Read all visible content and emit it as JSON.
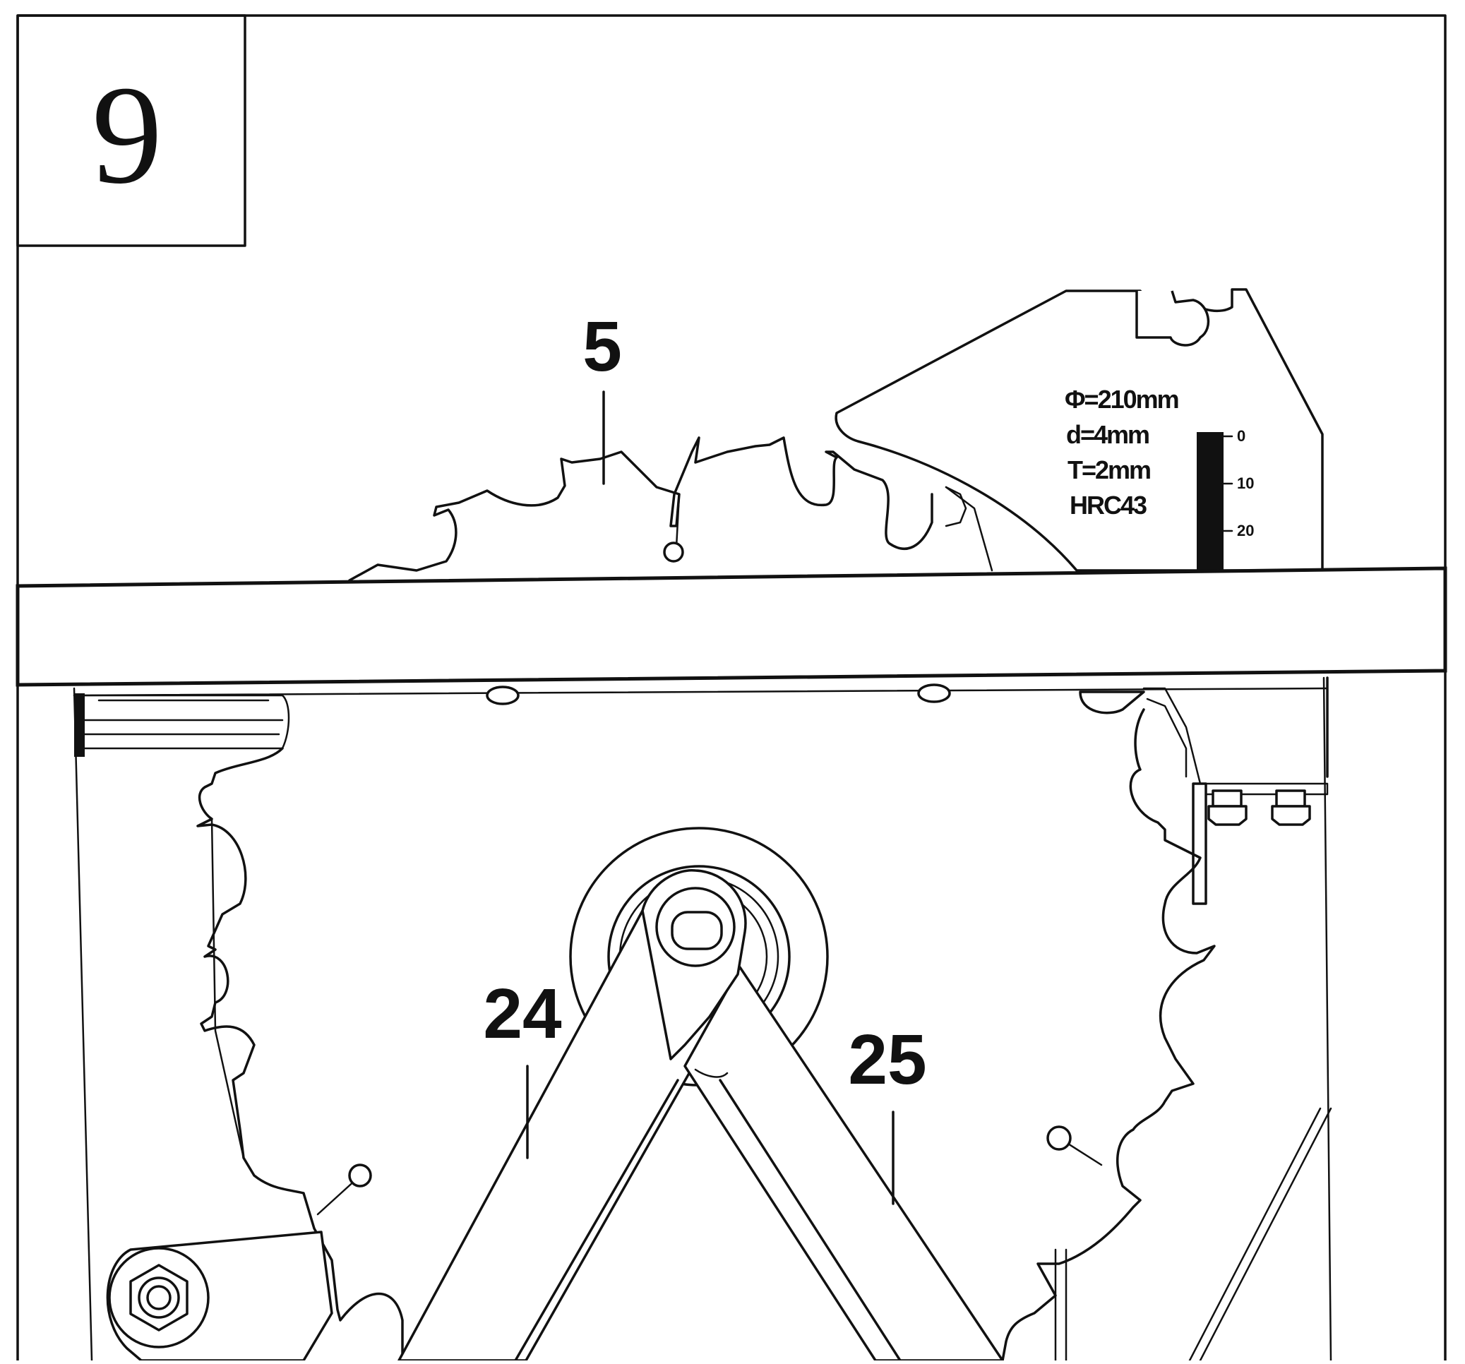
{
  "figure": {
    "step_number": "9",
    "callouts": {
      "blade": "5",
      "left_arm": "24",
      "right_arm": "25"
    },
    "blade_spec": {
      "diameter": "Φ=210mm",
      "bore": "d=4mm",
      "thickness": "T=2mm",
      "hardness": "HRC43"
    },
    "gauge_scale": {
      "labels": [
        "0",
        "10",
        "20"
      ]
    }
  }
}
